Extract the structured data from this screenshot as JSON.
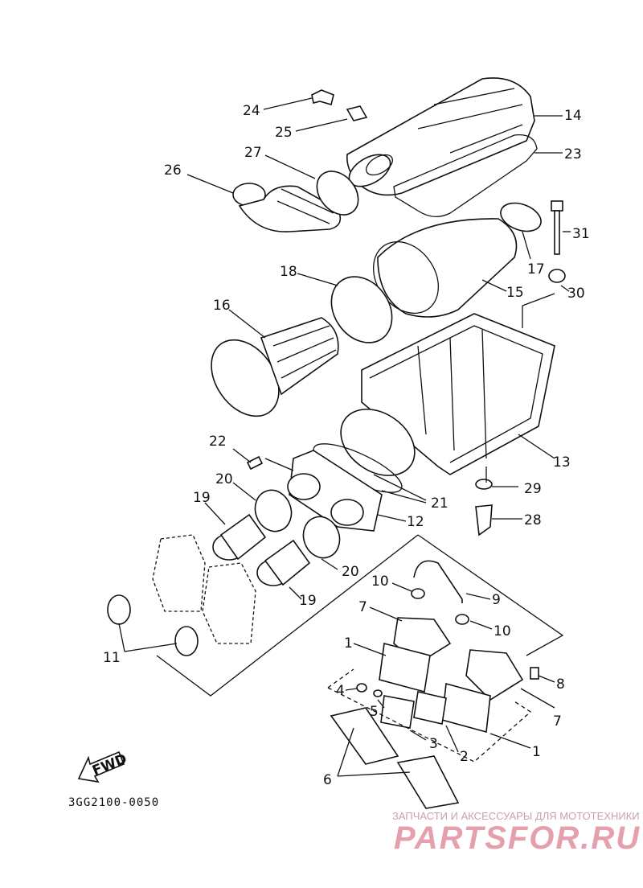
{
  "part_labels": [
    "1",
    "2",
    "3",
    "4",
    "5",
    "6",
    "7",
    "8",
    "9",
    "10",
    "11",
    "12",
    "13",
    "14",
    "15",
    "16",
    "17",
    "18",
    "19",
    "20",
    "21",
    "22",
    "23",
    "24",
    "25",
    "26",
    "27",
    "28",
    "29",
    "30",
    "31"
  ],
  "diagram_code": "3GG2100-0050",
  "fwd_label": "FWD",
  "watermark": {
    "subtitle": "ЗАПЧАСТИ И АКСЕССУАРЫ ДЛЯ МОТОТЕХНИКИ",
    "logo": "PARTSFOR.RU"
  },
  "colors": {
    "line": "#111111",
    "watermark": "#e6a0ac"
  }
}
